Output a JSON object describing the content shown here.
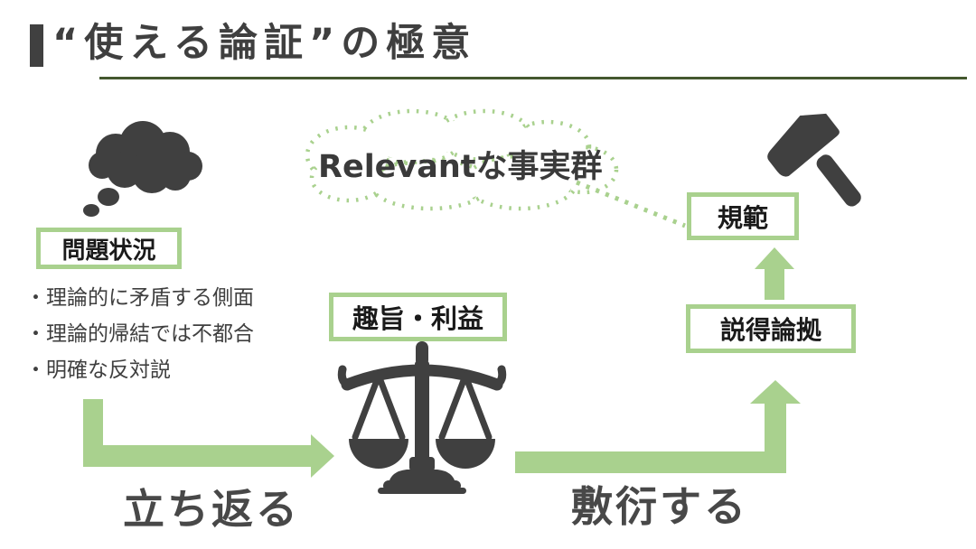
{
  "title": "“使える論証”の極意",
  "colors": {
    "accent_green": "#a9d18e",
    "underline_green": "#44582f",
    "icon_dark_gray": "#404040",
    "text_dark": "#3f3f3f"
  },
  "icons": {
    "thought_bubble": "thought-bubble-icon",
    "relevant_cloud": "dotted-cloud-outline",
    "balance_scale": "balance-scale-icon",
    "gavel": "gavel-hammer-icon"
  },
  "diagram": {
    "problem_label": "問題状況",
    "problem_points": [
      "・理論的に矛盾する側面",
      "・理論的帰結では不都合",
      "・明確な反対説"
    ],
    "cloud_label": "Relevantな事実群",
    "interest_label": "趣旨・利益",
    "norm_label": "規範",
    "persuasion_label": "説得論拠",
    "return_arrow_label": "立ち返る",
    "elaborate_arrow_label": "敷衍する"
  }
}
